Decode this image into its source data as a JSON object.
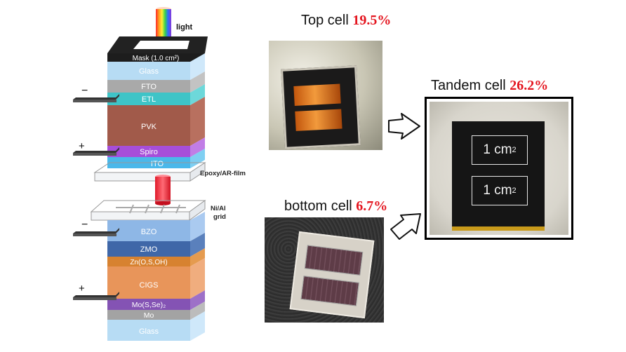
{
  "stack_labels": {
    "mask": "Mask (1.0 cm²)",
    "light": "light",
    "glass_top": "Glass",
    "fto": "FTO",
    "etl": "ETL",
    "pvk": "PVK",
    "spiro": "Spiro",
    "ito": "ITO",
    "epoxy": "Epoxy/AR-film",
    "nial_1": "Ni/Al",
    "nial_2": "grid",
    "bzo": "BZO",
    "zmo": "ZMO",
    "znos": "Zn(O,S,OH)",
    "cigs": "CIGS",
    "mose": "Mo(S,Se)₂",
    "mo": "Mo",
    "glass_bottom": "Glass",
    "minus": "−",
    "plus": "+"
  },
  "panels": {
    "top_cell": {
      "label": "Top cell",
      "efficiency": "19.5%"
    },
    "bottom_cell": {
      "label": "bottom cell",
      "efficiency": "6.7%"
    },
    "tandem_cell": {
      "label": "Tandem cell",
      "efficiency": "26.2%",
      "area_unit": "1 cm",
      "area_sup": "2"
    }
  },
  "icons": [
    "open-arrow-icon",
    "rainbow-light-beam-icon"
  ]
}
